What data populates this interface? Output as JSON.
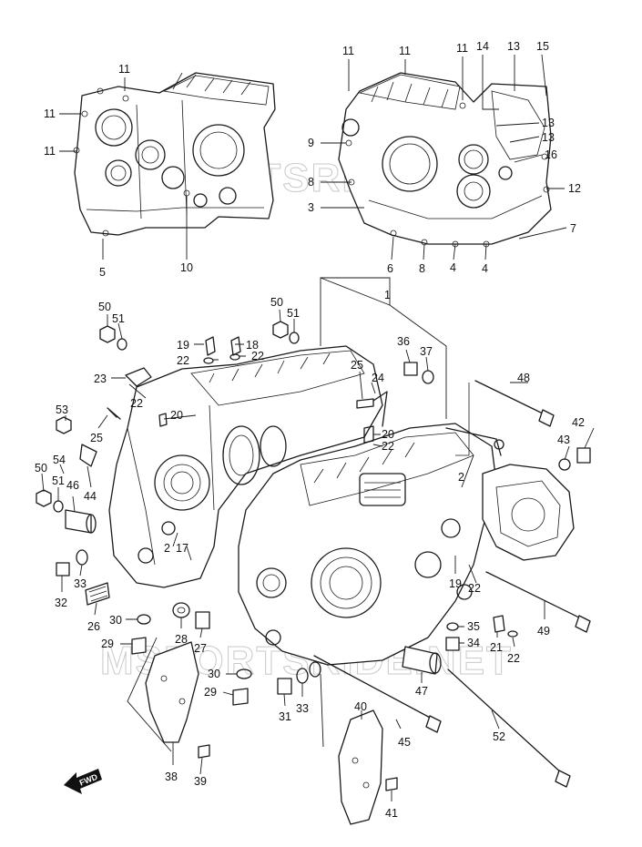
{
  "watermark": "MSPORTSRIDE.NET",
  "fwd_label": "FWD",
  "callouts": [
    {
      "id": "c-11a",
      "label": "11"
    },
    {
      "id": "c-11b",
      "label": "11"
    },
    {
      "id": "c-11c",
      "label": "11"
    },
    {
      "id": "c-5",
      "label": "5"
    },
    {
      "id": "c-10",
      "label": "10"
    },
    {
      "id": "c-11d",
      "label": "11"
    },
    {
      "id": "c-11e",
      "label": "11"
    },
    {
      "id": "c-11f",
      "label": "11"
    },
    {
      "id": "c-14",
      "label": "14"
    },
    {
      "id": "c-13a",
      "label": "13"
    },
    {
      "id": "c-15",
      "label": "15"
    },
    {
      "id": "c-13b",
      "label": "13"
    },
    {
      "id": "c-13c",
      "label": "13"
    },
    {
      "id": "c-16",
      "label": "16"
    },
    {
      "id": "c-12",
      "label": "12"
    },
    {
      "id": "c-7",
      "label": "7"
    },
    {
      "id": "c-9",
      "label": "9"
    },
    {
      "id": "c-8a",
      "label": "8"
    },
    {
      "id": "c-3",
      "label": "3"
    },
    {
      "id": "c-6",
      "label": "6"
    },
    {
      "id": "c-8b",
      "label": "8"
    },
    {
      "id": "c-4a",
      "label": "4"
    },
    {
      "id": "c-4b",
      "label": "4"
    },
    {
      "id": "c-1",
      "label": "1"
    },
    {
      "id": "c-50a",
      "label": "50"
    },
    {
      "id": "c-51a",
      "label": "51"
    },
    {
      "id": "c-50b",
      "label": "50"
    },
    {
      "id": "c-51b",
      "label": "51"
    },
    {
      "id": "c-19a",
      "label": "19"
    },
    {
      "id": "c-18",
      "label": "18"
    },
    {
      "id": "c-22a",
      "label": "22"
    },
    {
      "id": "c-22b",
      "label": "22"
    },
    {
      "id": "c-36",
      "label": "36"
    },
    {
      "id": "c-37",
      "label": "37"
    },
    {
      "id": "c-23",
      "label": "23"
    },
    {
      "id": "c-22c",
      "label": "22"
    },
    {
      "id": "c-25a",
      "label": "25"
    },
    {
      "id": "c-24",
      "label": "24"
    },
    {
      "id": "c-48",
      "label": "48"
    },
    {
      "id": "c-53",
      "label": "53"
    },
    {
      "id": "c-25b",
      "label": "25"
    },
    {
      "id": "c-20a",
      "label": "20"
    },
    {
      "id": "c-20b",
      "label": "20"
    },
    {
      "id": "c-22d",
      "label": "22"
    },
    {
      "id": "c-42",
      "label": "42"
    },
    {
      "id": "c-43",
      "label": "43"
    },
    {
      "id": "c-54",
      "label": "54"
    },
    {
      "id": "c-50c",
      "label": "50"
    },
    {
      "id": "c-51c",
      "label": "51"
    },
    {
      "id": "c-46",
      "label": "46"
    },
    {
      "id": "c-44",
      "label": "44"
    },
    {
      "id": "c-2a",
      "label": "2"
    },
    {
      "id": "c-17",
      "label": "17"
    },
    {
      "id": "c-2b",
      "label": "2"
    },
    {
      "id": "c-32",
      "label": "32"
    },
    {
      "id": "c-33a",
      "label": "33"
    },
    {
      "id": "c-26",
      "label": "26"
    },
    {
      "id": "c-19b",
      "label": "19"
    },
    {
      "id": "c-22e",
      "label": "22"
    },
    {
      "id": "c-30a",
      "label": "30"
    },
    {
      "id": "c-28",
      "label": "28"
    },
    {
      "id": "c-29a",
      "label": "29"
    },
    {
      "id": "c-27",
      "label": "27"
    },
    {
      "id": "c-35",
      "label": "35"
    },
    {
      "id": "c-34",
      "label": "34"
    },
    {
      "id": "c-21",
      "label": "21"
    },
    {
      "id": "c-22f",
      "label": "22"
    },
    {
      "id": "c-49",
      "label": "49"
    },
    {
      "id": "c-30b",
      "label": "30"
    },
    {
      "id": "c-29b",
      "label": "29"
    },
    {
      "id": "c-31",
      "label": "31"
    },
    {
      "id": "c-33b",
      "label": "33"
    },
    {
      "id": "c-47",
      "label": "47"
    },
    {
      "id": "c-40",
      "label": "40"
    },
    {
      "id": "c-45",
      "label": "45"
    },
    {
      "id": "c-52",
      "label": "52"
    },
    {
      "id": "c-38",
      "label": "38"
    },
    {
      "id": "c-39",
      "label": "39"
    },
    {
      "id": "c-41",
      "label": "41"
    }
  ]
}
